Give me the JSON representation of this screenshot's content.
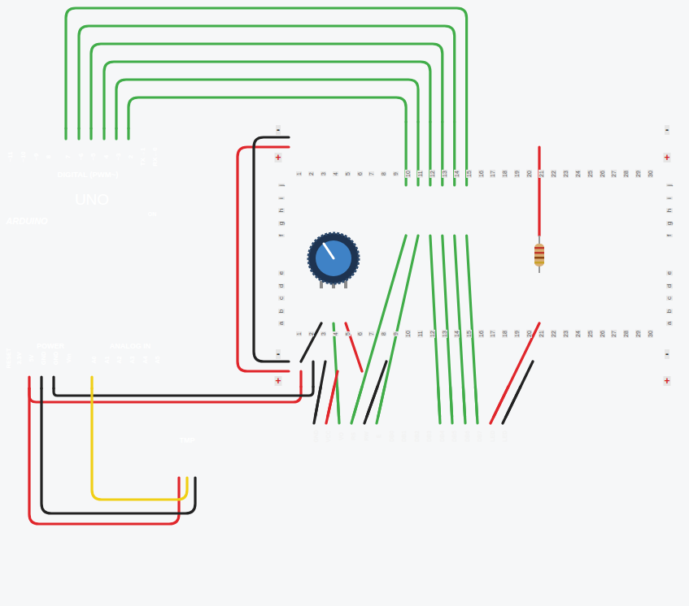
{
  "diagram": {
    "nodes": [
      {
        "text": [
          "~11",
          "~10",
          "~9",
          "8",
          "7",
          "~6",
          "~5",
          "4",
          "~3",
          "2",
          "TX→1",
          "RX←0",
          "DIGITAL (PWM~)",
          "UNO",
          "ARDUINO",
          "ON",
          "RESET",
          "3.3V",
          "5V",
          "GND",
          "GND",
          "Vin",
          "POWER",
          "ANALOG IN",
          "A0",
          "A1",
          "A2",
          "A3",
          "A4",
          "A5"
        ]
      },
      {
        "text": [
          "1",
          "2",
          "3",
          "4",
          "5",
          "6",
          "7",
          "8",
          "9",
          "10",
          "11",
          "12",
          "13",
          "14",
          "15",
          "16",
          "17",
          "18",
          "19",
          "20",
          "21",
          "22",
          "23",
          "24",
          "25",
          "26",
          "27",
          "28",
          "29",
          "30",
          "j",
          "i",
          "h",
          "g",
          "f",
          "j",
          "i",
          "h",
          "g",
          "f",
          "e",
          "d",
          "c",
          "b",
          "a",
          "e",
          "d",
          "c",
          "b",
          "a",
          "1",
          "2",
          "3",
          "4",
          "5",
          "6",
          "7",
          "8",
          "9",
          "10",
          "11",
          "12",
          "13",
          "14",
          "15",
          "16",
          "17",
          "18",
          "19",
          "20",
          "21",
          "22",
          "23",
          "24",
          "25",
          "26",
          "27",
          "28",
          "29",
          "30",
          "-",
          "-",
          "+",
          "+",
          "-",
          "-",
          "+",
          "+"
        ]
      },
      {
        "text": [
          "GND",
          "VCC",
          "VO",
          "RS",
          "RW",
          "E",
          "DB0",
          "DB1",
          "DB2",
          "DB3",
          "DB4",
          "DB5",
          "DB6",
          "DB7",
          "LED",
          "LED"
        ]
      },
      {
        "text": [
          "TMP"
        ]
      }
    ],
    "edges": [
      {
        "from": 0,
        "to": 1,
        "arrow": "none"
      },
      {
        "from": 0,
        "to": 1,
        "arrow": "none"
      },
      {
        "from": 0,
        "to": 1,
        "arrow": "none"
      },
      {
        "from": 0,
        "to": 1,
        "arrow": "none"
      },
      {
        "from": 0,
        "to": 1,
        "arrow": "none"
      },
      {
        "from": 0,
        "to": 1,
        "arrow": "none"
      },
      {
        "from": 0,
        "to": 1,
        "arrow": "none"
      },
      {
        "from": 0,
        "to": 1,
        "arrow": "none"
      },
      {
        "from": 1,
        "to": 2,
        "arrow": "none"
      },
      {
        "from": 1,
        "to": 2,
        "arrow": "none"
      },
      {
        "from": 1,
        "to": 2,
        "arrow": "none"
      },
      {
        "from": 1,
        "to": 2,
        "arrow": "none"
      },
      {
        "from": 1,
        "to": 2,
        "arrow": "none"
      },
      {
        "from": 1,
        "to": 2,
        "arrow": "none"
      },
      {
        "from": 1,
        "to": 2,
        "arrow": "none"
      },
      {
        "from": 1,
        "to": 2,
        "arrow": "none"
      },
      {
        "from": 1,
        "to": 2,
        "arrow": "none"
      },
      {
        "from": 1,
        "to": 2,
        "arrow": "none"
      },
      {
        "from": 1,
        "to": 2,
        "arrow": "none"
      },
      {
        "from": 1,
        "to": 2,
        "arrow": "none"
      },
      {
        "from": 0,
        "to": 3,
        "arrow": "none"
      },
      {
        "from": 0,
        "to": 3,
        "arrow": "none"
      },
      {
        "from": 0,
        "to": 3,
        "arrow": "none"
      }
    ]
  }
}
